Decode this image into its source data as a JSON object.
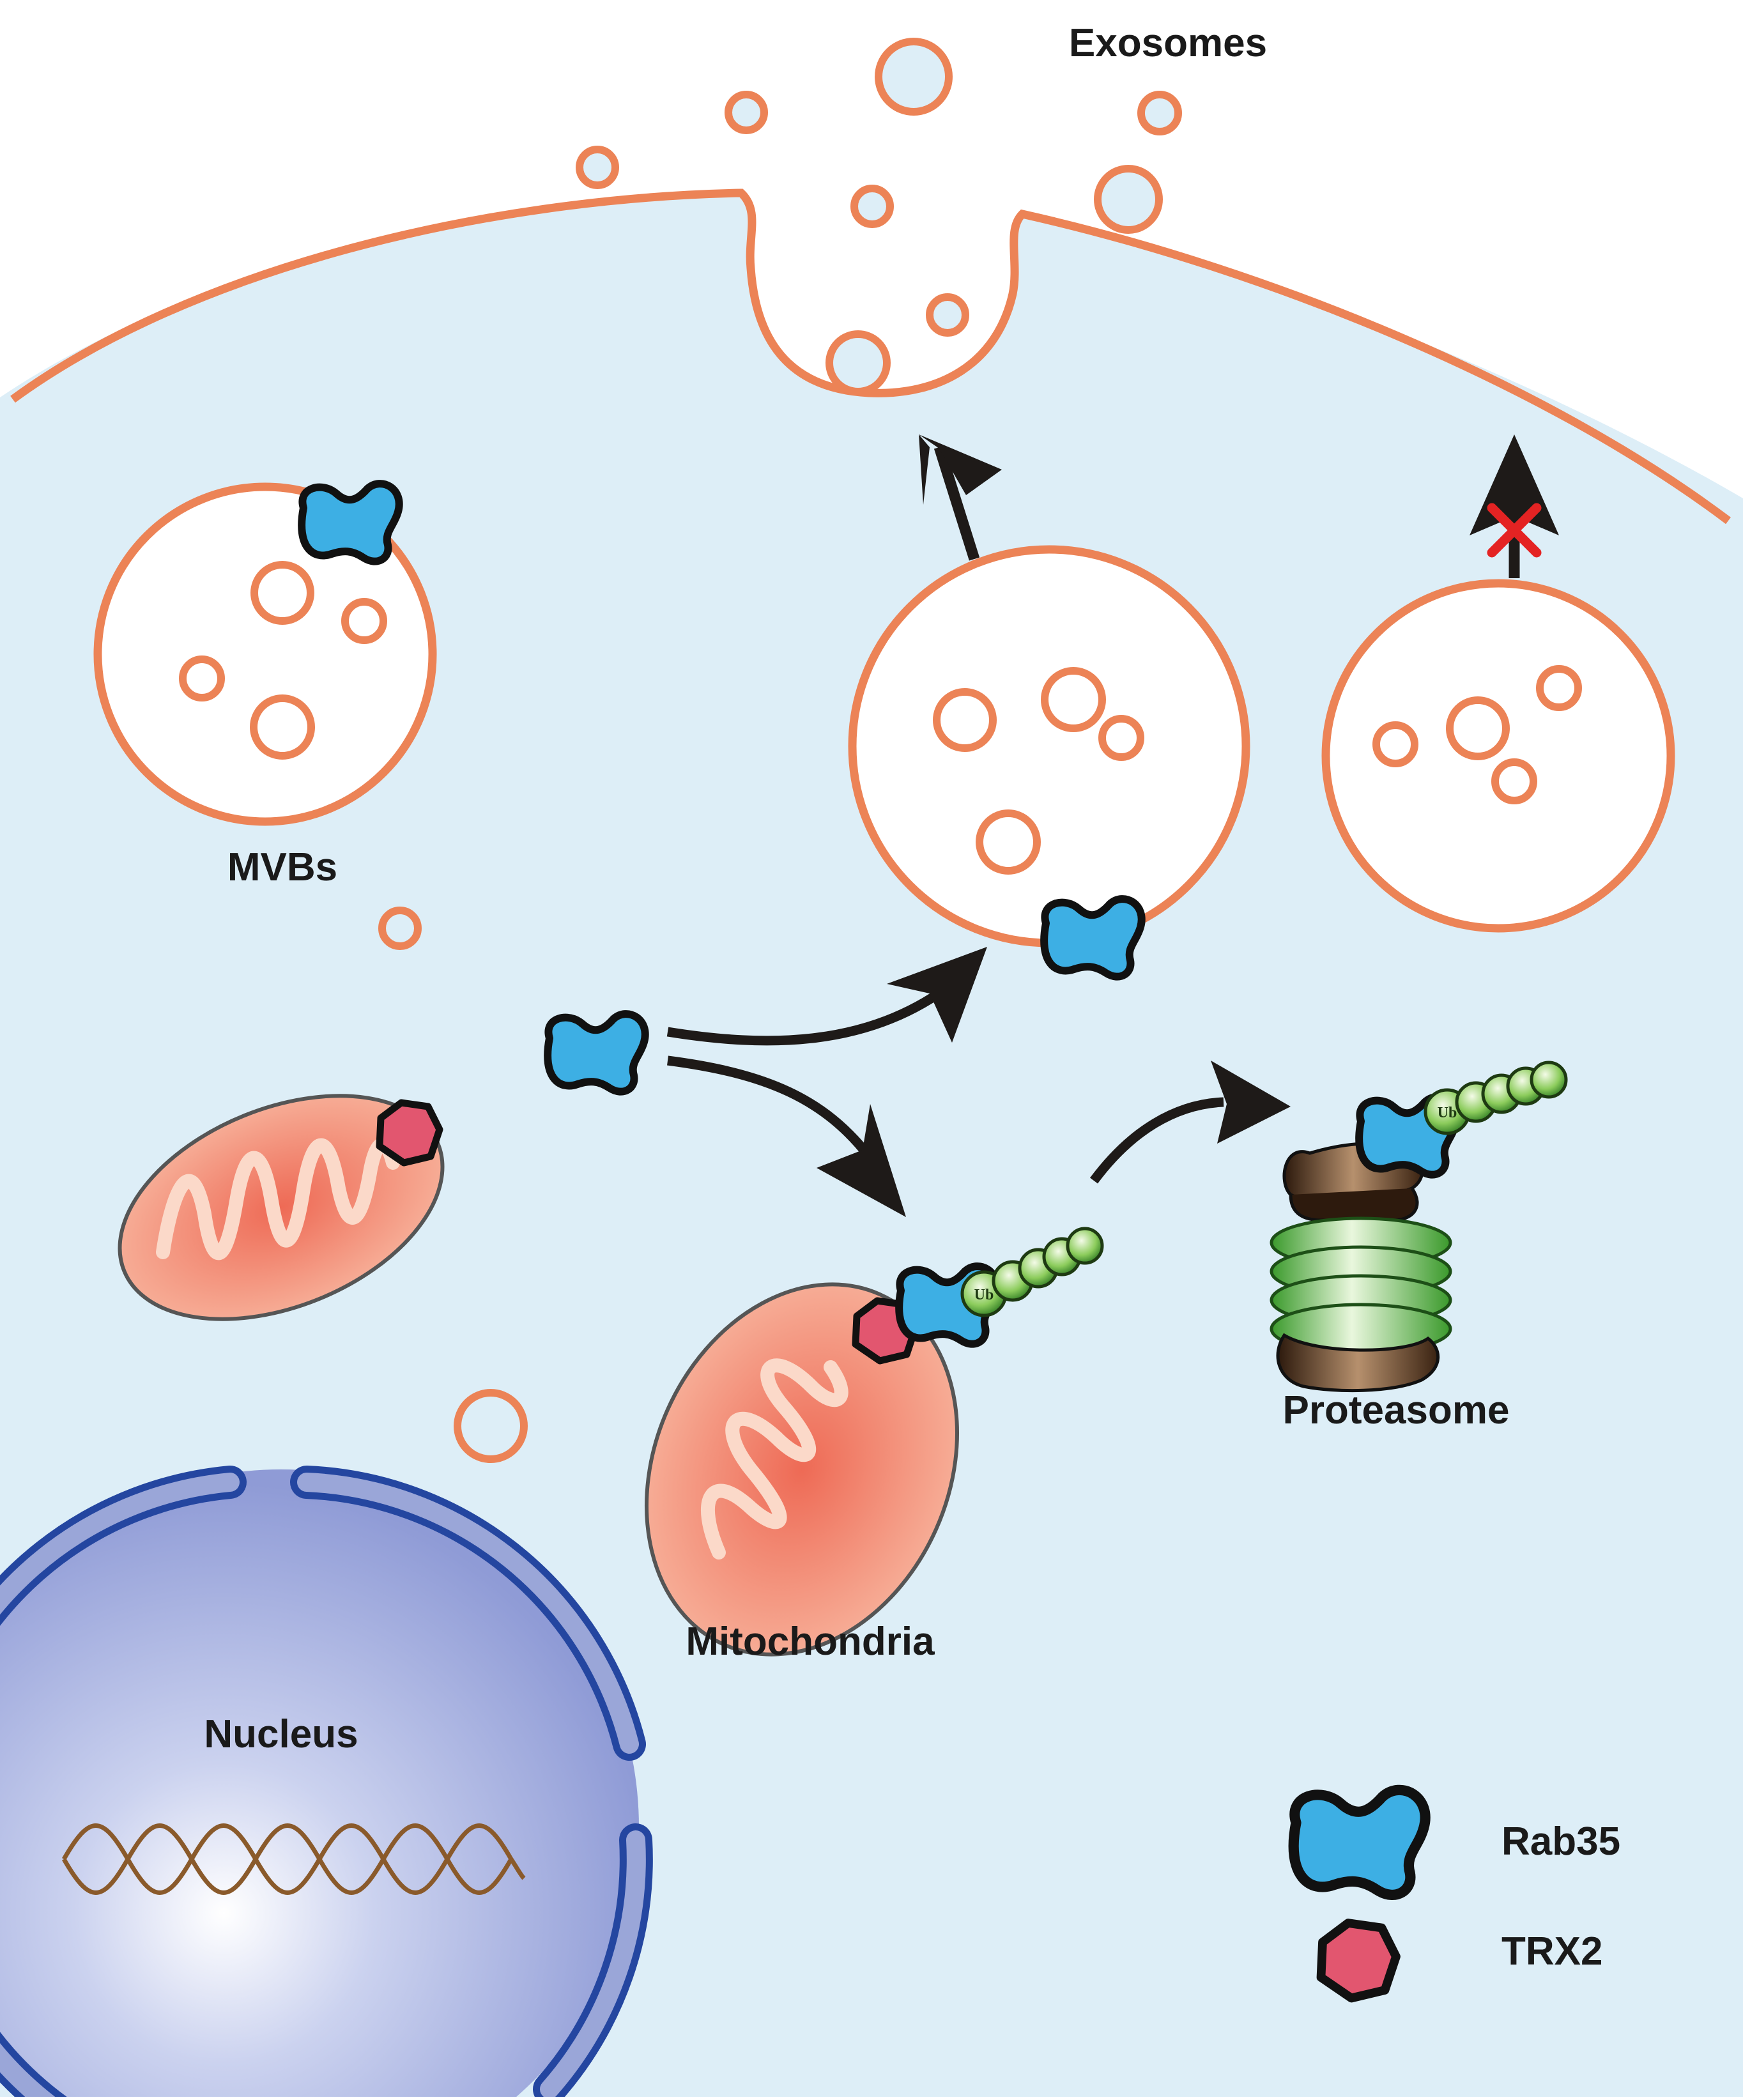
{
  "labels": {
    "exosomes": "Exosomes",
    "mvbs": "MVBs",
    "mitochondria": "Mitochondria",
    "proteasome": "Proteasome",
    "nucleus": "Nucleus"
  },
  "legend": {
    "rab35": "Rab35",
    "trx2": "TRX2"
  },
  "ubiquitin_tag": "Ub",
  "colors": {
    "cytoplasm": "#ddeef7",
    "membrane": "#ec8356",
    "rab35": "#3dafe4",
    "trx2": "#e2566f",
    "nucleus": "#9aa6d8",
    "nuclear_envelope": "#2446a0",
    "mitochondria": "#f4a58d",
    "arrow": "#1e1a18",
    "block_mark": "#e42323"
  }
}
